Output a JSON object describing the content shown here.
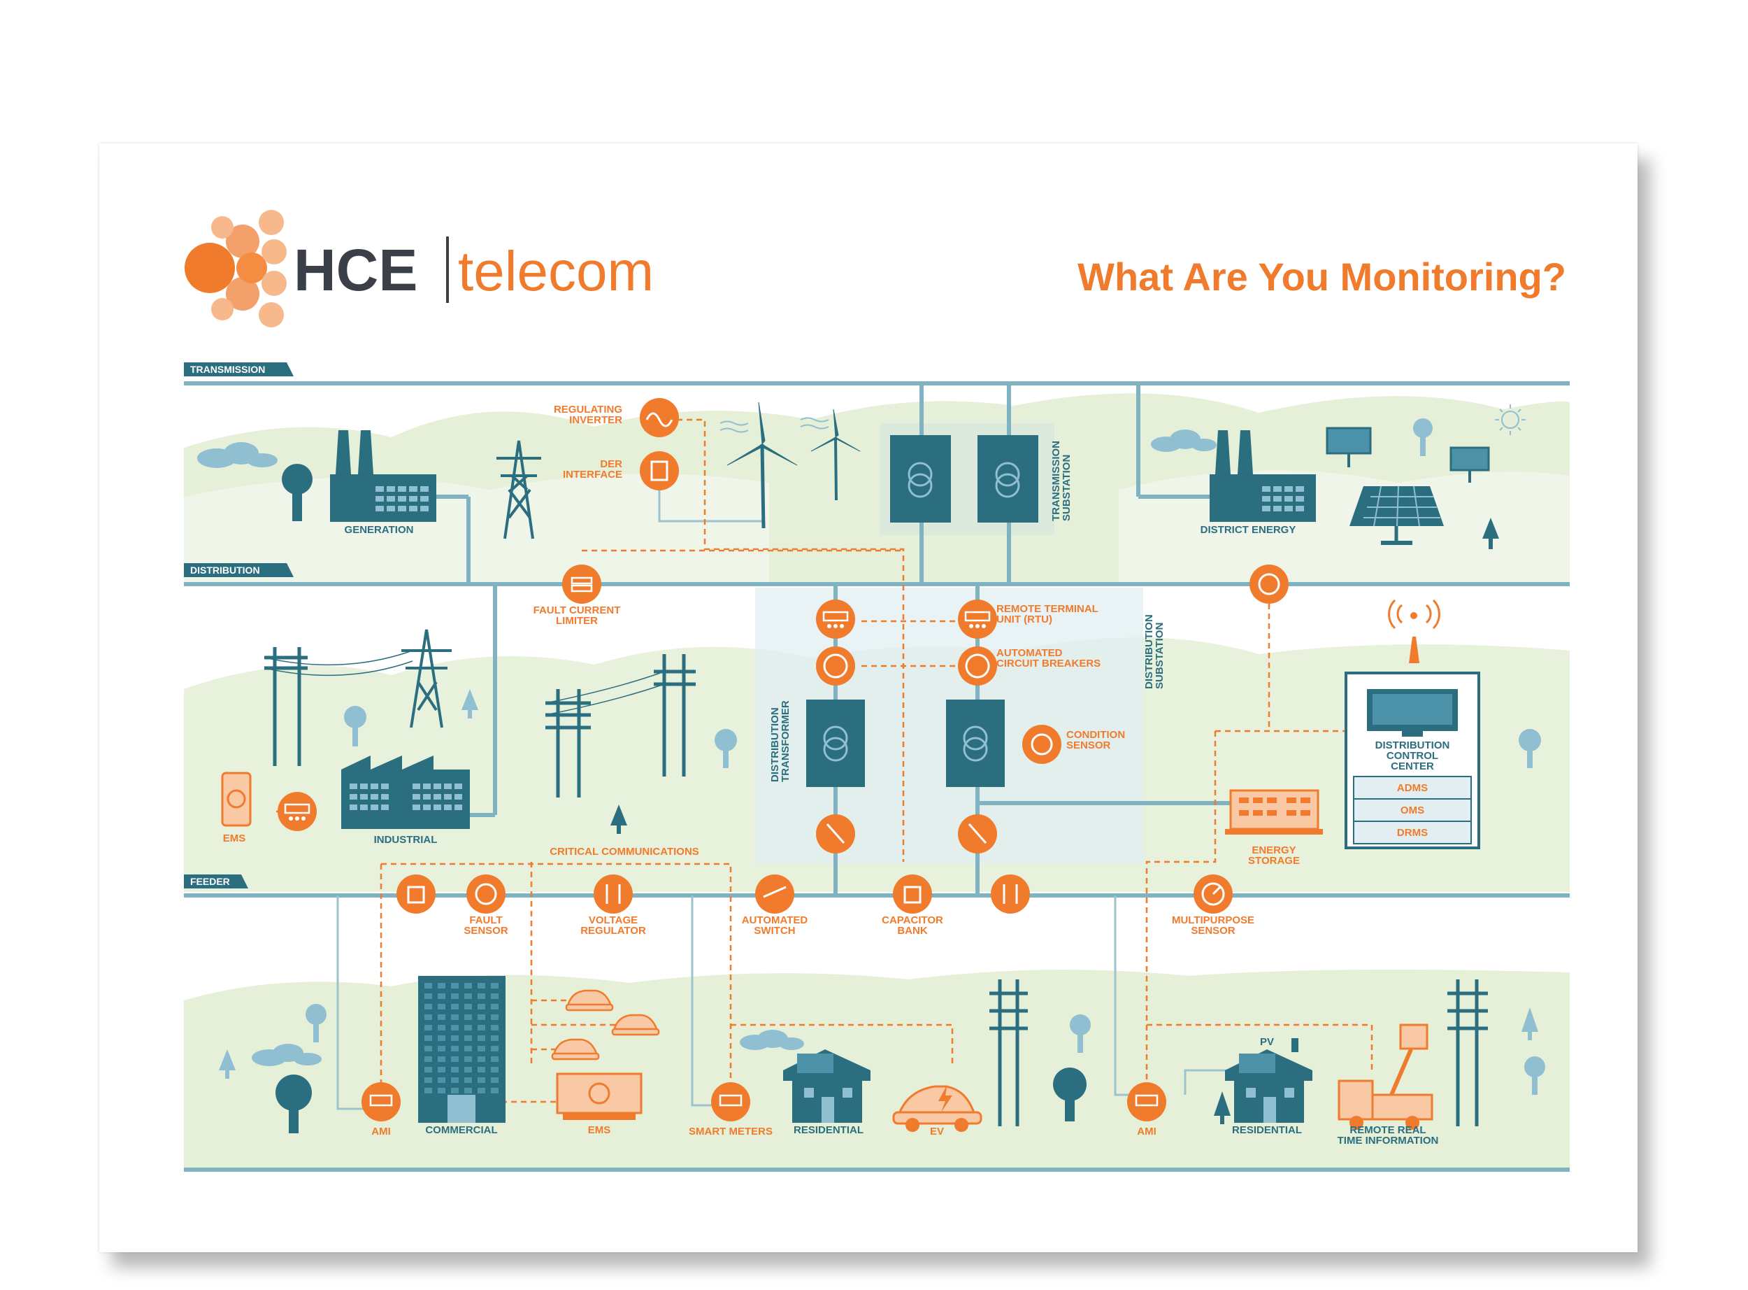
{
  "brand": {
    "name_bold": "HCE",
    "name_light": "telecom",
    "color_orange": "#F07B2C",
    "color_teal": "#2B6E80",
    "color_dark": "#3A3F48"
  },
  "title": "What Are You Monitoring?",
  "tiers": {
    "transmission": "TRANSMISSION",
    "distribution": "DISTRIBUTION",
    "feeder": "FEEDER"
  },
  "labels": {
    "regulating_inverter": [
      "REGULATING",
      "INVERTER"
    ],
    "der_interface": [
      "DER",
      "INTERFACE"
    ],
    "generation": "GENERATION",
    "transmission_substation": [
      "TRANSMISSION",
      "SUBSTATION"
    ],
    "district_energy": "DISTRICT ENERGY",
    "fault_current_limiter": [
      "FAULT CURRENT",
      "LIMITER"
    ],
    "rtu": [
      "REMOTE TERMINAL",
      "UNIT (RTU)"
    ],
    "acb": [
      "AUTOMATED",
      "CIRCUIT BREAKERS"
    ],
    "distribution_substation": [
      "DISTRIBUTION",
      "SUBSTATION"
    ],
    "distribution_transformer": [
      "DISTRIBUTION",
      "TRANSFORMER"
    ],
    "condition_sensor": [
      "CONDITION",
      "SENSOR"
    ],
    "distribution_control_center": [
      "DISTRIBUTION",
      "CONTROL",
      "CENTER"
    ],
    "adms": "ADMS",
    "oms": "OMS",
    "drms": "DRMS",
    "ems_industrial": "EMS",
    "industrial": "INDUSTRIAL",
    "critical_communications": "CRITICAL COMMUNICATIONS",
    "energy_storage": [
      "ENERGY",
      "STORAGE"
    ],
    "fault_sensor": [
      "FAULT",
      "SENSOR"
    ],
    "voltage_regulator": [
      "VOLTAGE",
      "REGULATOR"
    ],
    "automated_switch": [
      "AUTOMATED",
      "SWITCH"
    ],
    "capacitor_bank": [
      "CAPACITOR",
      "BANK"
    ],
    "multipurpose_sensor": [
      "MULTIPURPOSE",
      "SENSOR"
    ],
    "ami_left": "AMI",
    "commercial": "COMMERCIAL",
    "ems_feeder": "EMS",
    "smart_meters": "SMART METERS",
    "residential_left": "RESIDENTIAL",
    "ev": "EV",
    "ami_right": "AMI",
    "pv": "PV",
    "residential_right": "RESIDENTIAL",
    "remote_real_time": [
      "REMOTE REAL",
      "TIME INFORMATION"
    ]
  }
}
